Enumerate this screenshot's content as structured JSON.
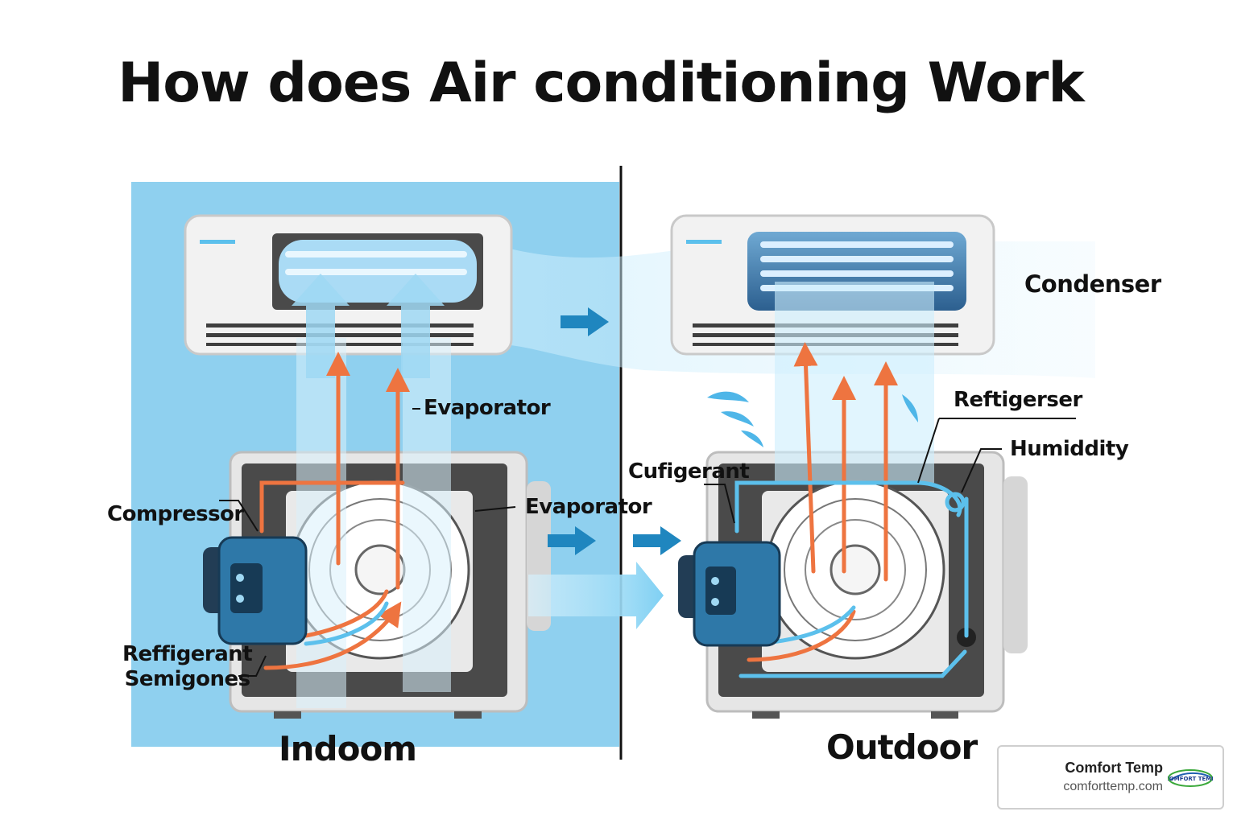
{
  "title": "How does Air conditioning Work",
  "labels": {
    "evaporator_top": "Evaporator",
    "evaporator_mid": "Evaporator",
    "compressor": "Compressor",
    "refrigerant": "Reffigerant\nSemigones",
    "indoor": "Indoom",
    "outdoor": "Outdoor",
    "condenser": "Condenser",
    "refrigerser": "Reftigerser",
    "humidity": "Humiddity",
    "cufigerant": "Cufigerant"
  },
  "brand": {
    "name": "Comfort Temp",
    "url": "comforttemp.com",
    "logo_text": "COMFORT TEMP"
  },
  "colors": {
    "indoor_bg": "#8fd0ef",
    "cold_air": "#bfe6f8",
    "warm_arrow": "#ee7440",
    "refrigerant_line": "#5cc0ec",
    "compressor_blue": "#2e78a8",
    "flow_arrow": "#1f86bf"
  }
}
